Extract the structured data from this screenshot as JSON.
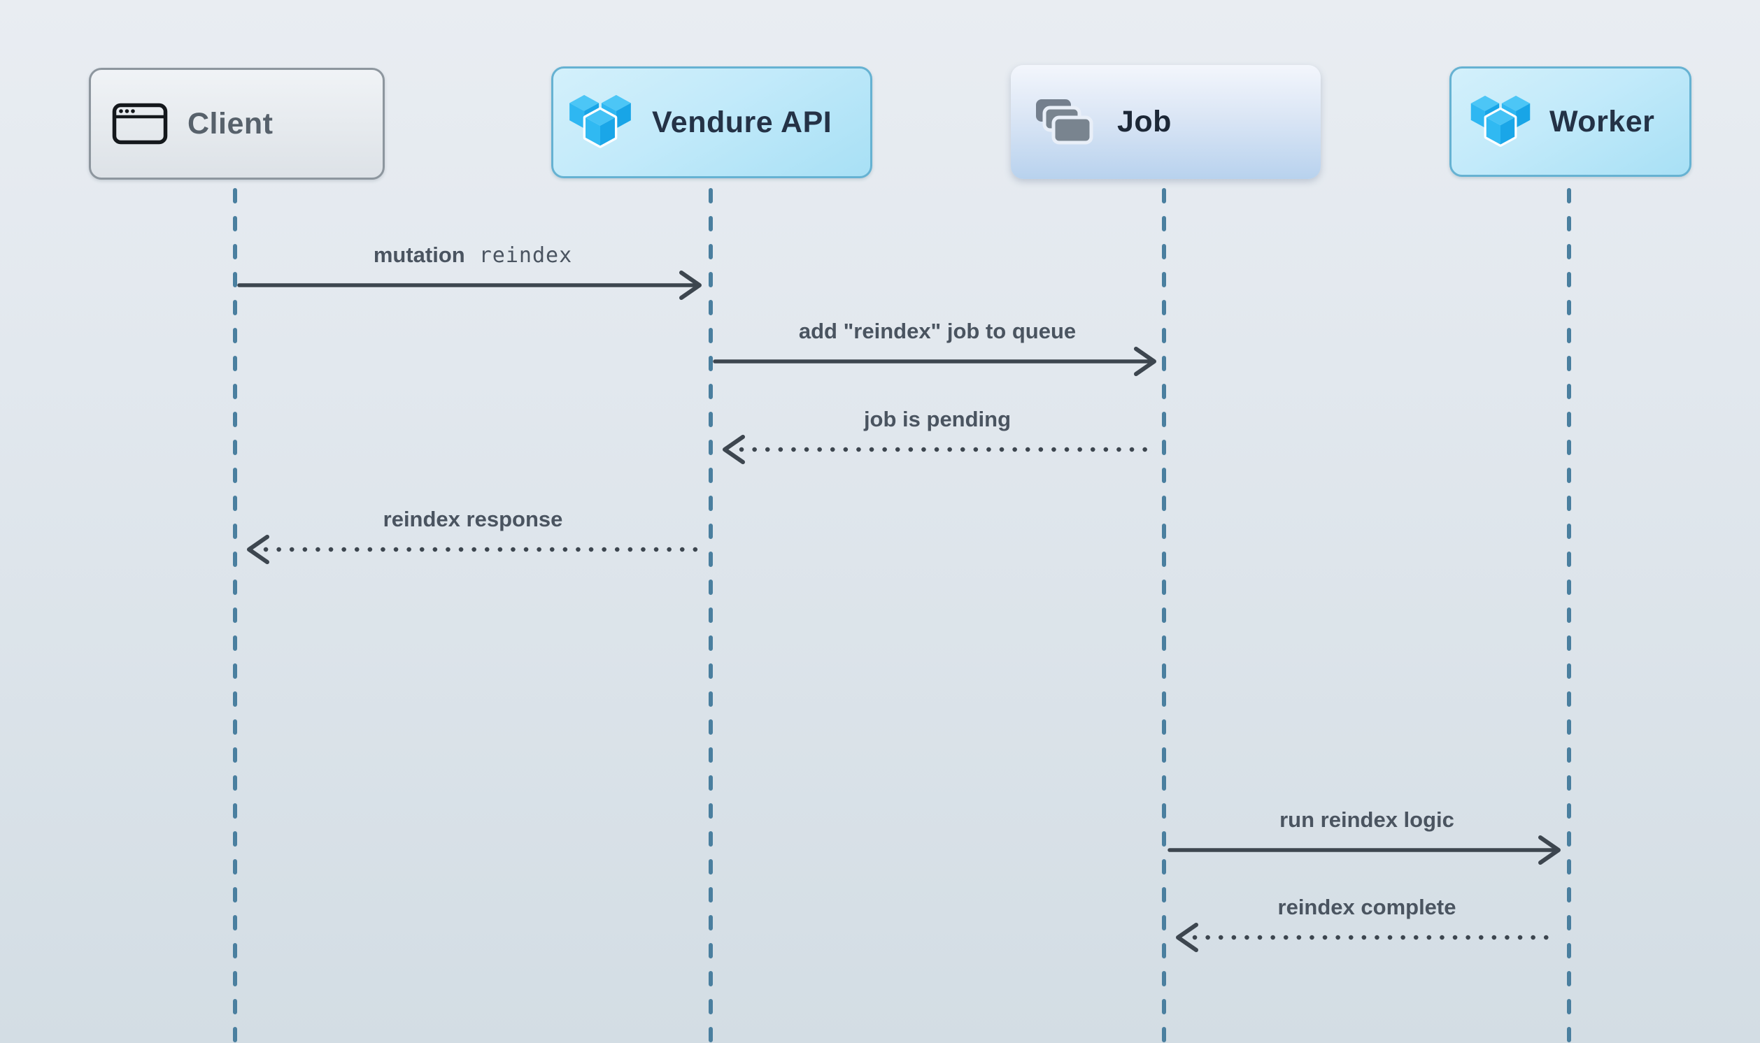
{
  "actors": [
    {
      "label": "Client",
      "icon": "browser-window-icon"
    },
    {
      "label": "Vendure API",
      "icon": "vendure-cubes-icon"
    },
    {
      "label": "Job",
      "icon": "stacked-cards-icon"
    },
    {
      "label": "Worker",
      "icon": "vendure-cubes-icon"
    }
  ],
  "messages": [
    {
      "from": "Client",
      "to": "Vendure API",
      "text": "mutation",
      "code": "reindex",
      "line": "solid",
      "direction": "right"
    },
    {
      "from": "Vendure API",
      "to": "Job",
      "text": "add \"reindex\" job to queue",
      "line": "solid",
      "direction": "right"
    },
    {
      "from": "Job",
      "to": "Vendure API",
      "text": "job is pending",
      "line": "dotted",
      "direction": "left"
    },
    {
      "from": "Vendure API",
      "to": "Client",
      "text": "reindex response",
      "line": "dotted",
      "direction": "left"
    },
    {
      "from": "Job",
      "to": "Worker",
      "text": "run reindex logic",
      "line": "solid",
      "direction": "right"
    },
    {
      "from": "Worker",
      "to": "Job",
      "text": "reindex complete",
      "line": "dotted",
      "direction": "left"
    }
  ],
  "colors": {
    "background_top": "#e9edf2",
    "background_bottom": "#d3dde4",
    "lifeline": "#4a7f9f",
    "arrow": "#3d464f",
    "message_text": "#4a5460",
    "actor_text_dark": "#243246",
    "actor_text_gray": "#57616b",
    "vendure_blue": "#2db5f1",
    "job_icon_gray": "#747f8d",
    "client_icon_black": "#14181c"
  }
}
